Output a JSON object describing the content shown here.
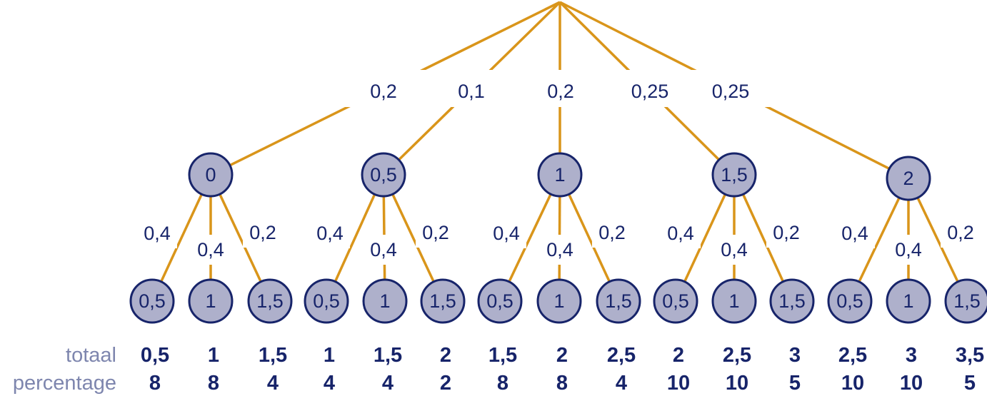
{
  "root_branches": [
    {
      "prob": "0,2",
      "node": "0"
    },
    {
      "prob": "0,1",
      "node": "0,5"
    },
    {
      "prob": "0,2",
      "node": "1"
    },
    {
      "prob": "0,25",
      "node": "1,5"
    },
    {
      "prob": "0,25",
      "node": "2"
    }
  ],
  "child_branches": [
    {
      "prob": "0,4",
      "node": "0,5"
    },
    {
      "prob": "0,4",
      "node": "1"
    },
    {
      "prob": "0,2",
      "node": "1,5"
    }
  ],
  "bottom": {
    "label_totaal": "totaal",
    "label_percentage": "percentage",
    "totaal": [
      "0,5",
      "1",
      "1,5",
      "1",
      "1,5",
      "2",
      "1,5",
      "2",
      "2,5",
      "2",
      "2,5",
      "3",
      "2,5",
      "3",
      "3,5"
    ],
    "percentage": [
      "8",
      "8",
      "4",
      "4",
      "4",
      "2",
      "8",
      "8",
      "4",
      "10",
      "10",
      "5",
      "10",
      "10",
      "5"
    ]
  },
  "colors": {
    "edge": "#D9951A",
    "node_fill": "#AEB0CB",
    "node_stroke": "#17246A",
    "text": "#17246A",
    "label": "#7E86AE"
  }
}
